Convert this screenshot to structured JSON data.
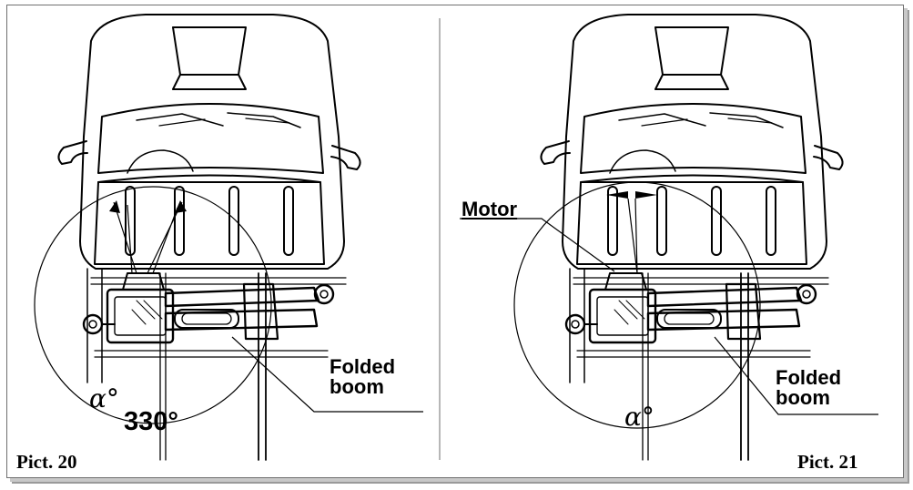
{
  "figure_left": {
    "caption": "Pict. 20",
    "callout": [
      "Folded",
      "boom"
    ],
    "angle_symbol": "α°",
    "angle_value": "330°"
  },
  "figure_right": {
    "caption": "Pict. 21",
    "callout": [
      "Folded",
      "boom"
    ],
    "motor_label": "Motor",
    "angle_symbol": "α°"
  }
}
